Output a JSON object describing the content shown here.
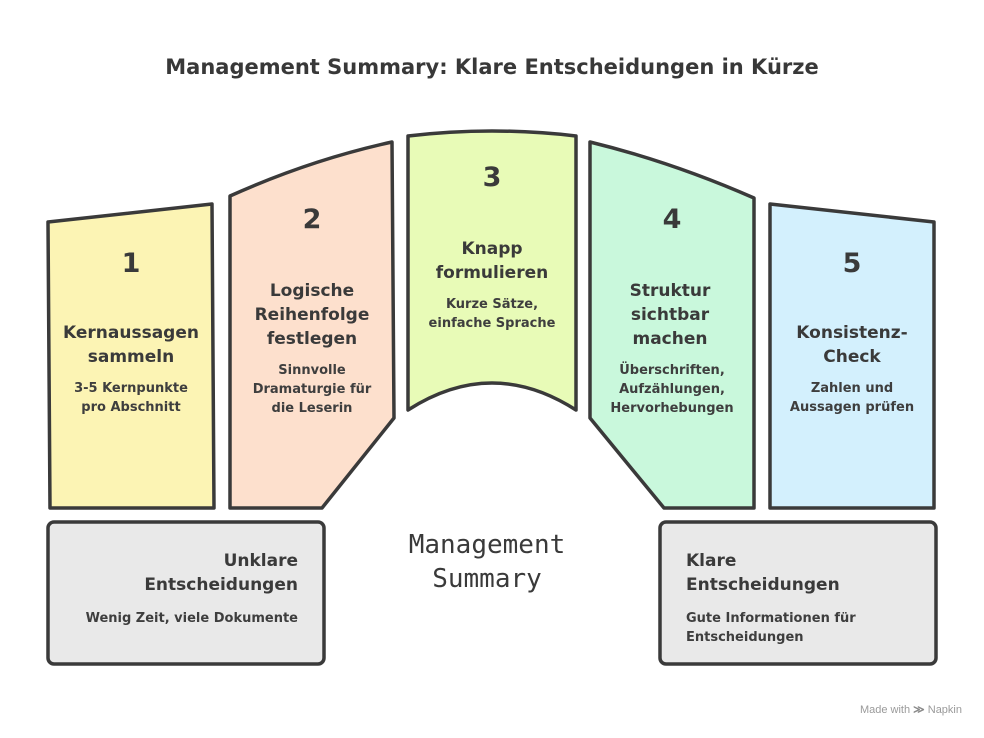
{
  "title": "Management Summary: Klare Entscheidungen in Kürze",
  "center_label": [
    "Management",
    "Summary"
  ],
  "steps": [
    {
      "number": "1",
      "title": [
        "Kernaussagen",
        "sammeln"
      ],
      "description": [
        "3-5 Kernpunkte",
        "pro Abschnitt"
      ],
      "color": "#fcf4b4"
    },
    {
      "number": "2",
      "title": [
        "Logische",
        "Reihenfolge",
        "festlegen"
      ],
      "description": [
        "Sinnvolle",
        "Dramaturgie für",
        "die Leserin"
      ],
      "color": "#fde0cd"
    },
    {
      "number": "3",
      "title": [
        "Knapp",
        "formulieren"
      ],
      "description": [
        "Kurze Sätze,",
        "einfache Sprache"
      ],
      "color": "#e8fbb7"
    },
    {
      "number": "4",
      "title": [
        "Struktur",
        "sichtbar",
        "machen"
      ],
      "description": [
        "Überschriften,",
        "Aufzählungen,",
        "Hervorhebungen"
      ],
      "color": "#c9f8dc"
    },
    {
      "number": "5",
      "title": [
        "Konsistenz-",
        "Check"
      ],
      "description": [
        "Zahlen und",
        "Aussagen prüfen"
      ],
      "color": "#d3f0fd"
    }
  ],
  "left_box": {
    "title": [
      "Unklare",
      "Entscheidungen"
    ],
    "description": [
      "Wenig Zeit, viele Dokumente"
    ],
    "color": "#e9e9e9"
  },
  "right_box": {
    "title": [
      "Klare",
      "Entscheidungen"
    ],
    "description": [
      "Gute Informationen für",
      "Entscheidungen"
    ],
    "color": "#e9e9e9"
  },
  "credit": {
    "prefix": "Made with",
    "brand": "Napkin"
  }
}
